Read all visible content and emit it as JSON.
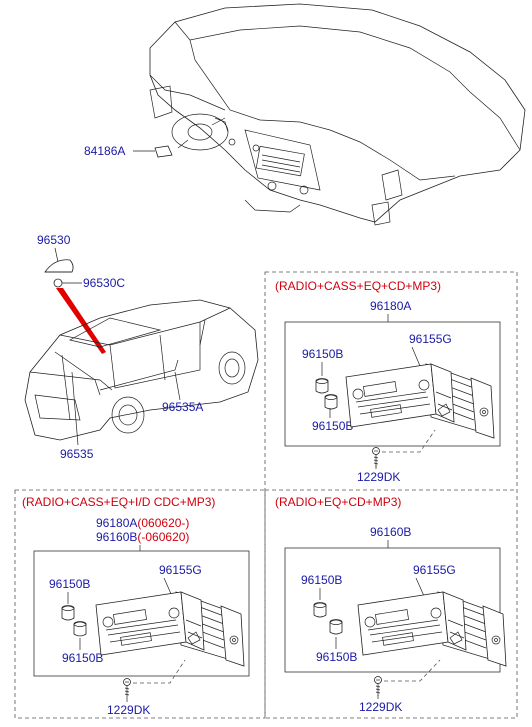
{
  "parts": {
    "p84186A": "84186A",
    "p96530": "96530",
    "p96530C": "96530C",
    "p96535A": "96535A",
    "p96535": "96535",
    "box1": {
      "config": "(RADIO+CASS+EQ+CD+MP3)",
      "assembly": "96180A",
      "knob_a": "96150B",
      "knob_b": "96150B",
      "bracket": "96155G",
      "screw": "1229DK"
    },
    "box2": {
      "config": "(RADIO+CASS+EQ+I/D CDC+MP3)",
      "assembly1_pn": "96180A",
      "assembly1_date": "(060620-)",
      "assembly2_pn": "96160B",
      "assembly2_date": "(-060620)",
      "knob_a": "96150B",
      "knob_b": "96150B",
      "bracket": "96155G",
      "screw": "1229DK"
    },
    "box3": {
      "config": "(RADIO+EQ+CD+MP3)",
      "assembly": "96160B",
      "knob_a": "96150B",
      "knob_b": "96150B",
      "bracket": "96155G",
      "screw": "1229DK"
    }
  },
  "colors": {
    "part_number": "#1a1aa6",
    "config_label": "#d0000f",
    "antenna_cable": "#e00000"
  }
}
